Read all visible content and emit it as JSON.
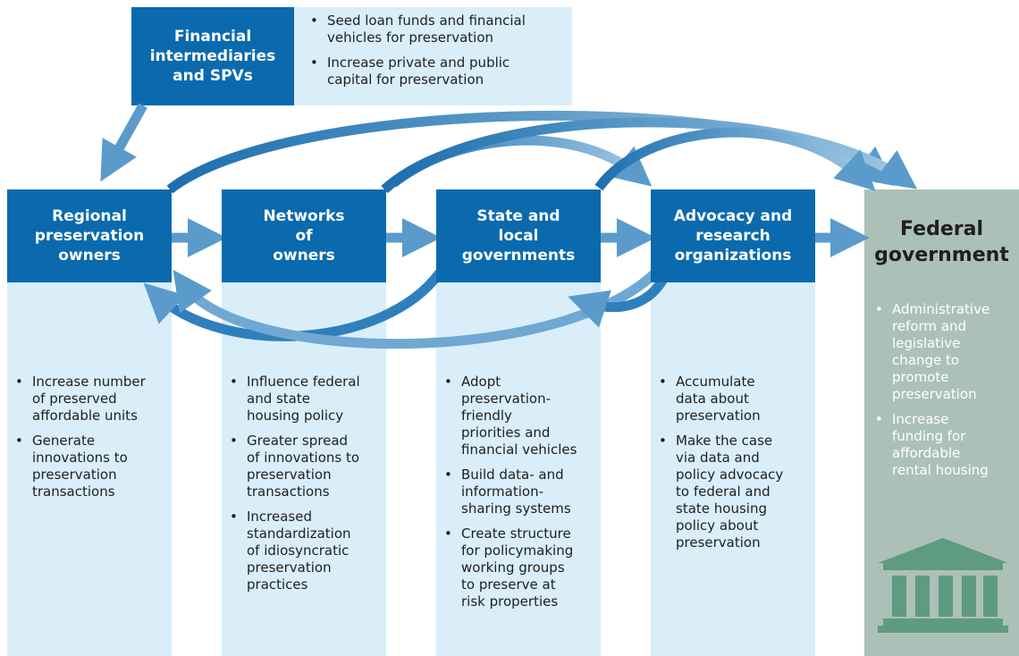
{
  "top": {
    "title": "Financial\nintermediaries\nand SPVs",
    "bullets": [
      "Seed loan funds and financial\nvehicles for preservation",
      "Increase private and public\ncapital for preservation"
    ]
  },
  "columns": [
    {
      "title": "Regional\npreservation\nowners",
      "bullets": [
        "Increase number\nof preserved\naffordable units",
        "Generate\ninnovations to\npreservation\ntransactions"
      ]
    },
    {
      "title": "Networks\nof\nowners",
      "bullets": [
        "Influence federal\nand state\nhousing policy",
        "Greater spread\nof innovations to\npreservation\ntransactions",
        "Increased\nstandardization\nof idiosyncratic\npreservation\npractices"
      ]
    },
    {
      "title": "State and\nlocal\ngovernments",
      "bullets": [
        "Adopt\npreservation-\nfriendly\npriorities and\nfinancial vehicles",
        "Build data- and\ninformation-\nsharing systems",
        "Create structure\nfor policymaking\nworking groups\nto preserve at\nrisk properties"
      ]
    },
    {
      "title": "Advocacy and\nresearch\norganizations",
      "bullets": [
        "Accumulate\ndata about\npreservation",
        "Make the case\nvia data and\npolicy advocacy\nto federal and\nstate housing\npolicy about\npreservation"
      ]
    }
  ],
  "federal": {
    "title": "Federal\ngovernment",
    "bullets": [
      "Administrative\nreform and\nlegislative\nchange to\npromote\npreservation",
      "Increase\nfunding for\naffordable\nrental housing"
    ],
    "icon": "government-building-icon"
  },
  "colors": {
    "header_blue": "#0a6aad",
    "panel_blue": "#d9eef9",
    "arrow_blue": "#4f93c5",
    "federal_panel": "#abc1b8",
    "building": "#5f9a83"
  }
}
